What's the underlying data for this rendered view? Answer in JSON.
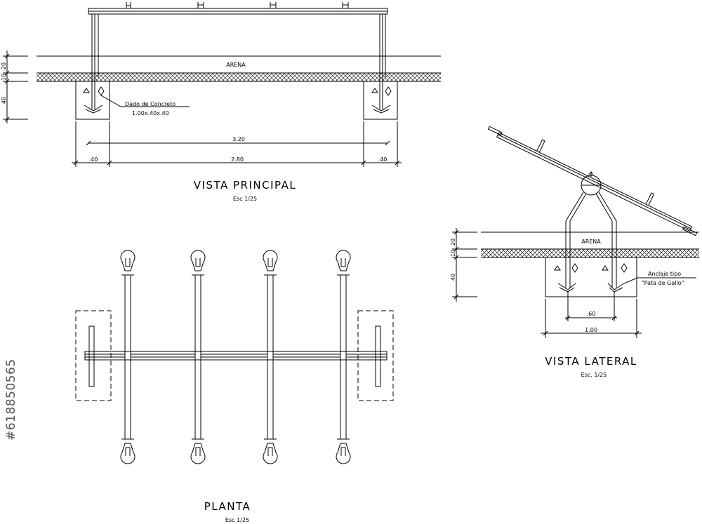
{
  "views": {
    "principal": {
      "title": "VISTA PRINCIPAL",
      "scale": "Esc  1/25"
    },
    "lateral": {
      "title": "VISTA LATERAL",
      "scale": "Esc. 1/25"
    },
    "planta": {
      "title": "PLANTA",
      "scale": "Esc  1/25"
    }
  },
  "labels": {
    "arena_front": "ARENA",
    "arena_side": "ARENA",
    "dado_line1": "Dado de Concreto",
    "dado_line2": "1.00x.40x.40",
    "anclaje_line1": "Anclaje tipo",
    "anclaje_line2": "\"Pata de Gallo\""
  },
  "dimensions": {
    "front_total": "3.20",
    "front_inner": "2.80",
    "front_left": ".40",
    "front_right": ".40",
    "front_v1": "20",
    "front_v2": "10",
    "front_v3": "40",
    "side_inner": ".60",
    "side_total": "1.00",
    "side_v1": "20",
    "side_v2": "10",
    "side_v3": "40"
  },
  "watermark": "#618850565"
}
